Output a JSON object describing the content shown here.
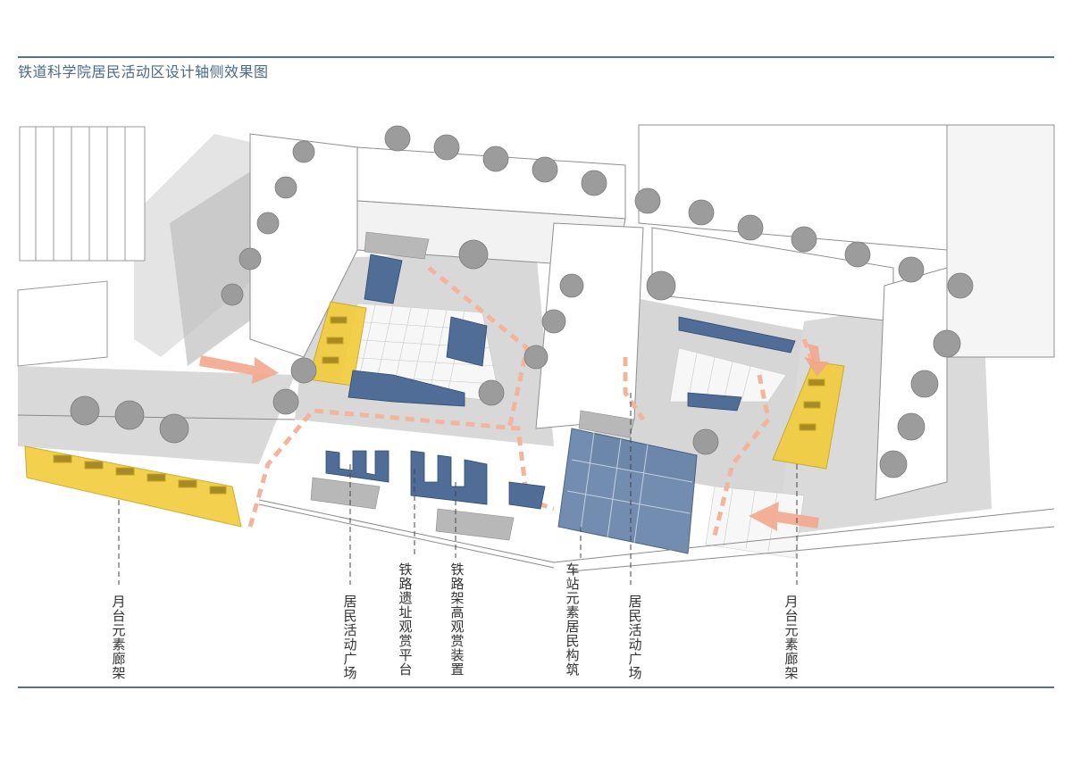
{
  "title": "铁道科学院居民活动区设计轴侧效果图",
  "colors": {
    "rule": "#5b7186",
    "title": "#4a6a8a",
    "building": "#ffffff",
    "shadow": "#c8c8c8",
    "ground": "#dedede",
    "plaza": "#f6f6f6",
    "yellow_element": "#f2cc3a",
    "blue_element": "#4f6d96",
    "path_dash": "#f4b39c",
    "arrow": "#f2a68c",
    "tree": "#9a9a9a"
  },
  "labels": [
    {
      "id": "platform-corridor-left",
      "text": "月台元素廊架"
    },
    {
      "id": "resident-plaza-left",
      "text": "居民活动广场"
    },
    {
      "id": "railway-ruins-platform",
      "text": "铁路遗址观赏平台"
    },
    {
      "id": "railway-elevated-device",
      "text": "铁路架高观赏装置"
    },
    {
      "id": "station-structure",
      "text": "车站元素居民构筑"
    },
    {
      "id": "resident-plaza-right",
      "text": "居民活动广场"
    },
    {
      "id": "platform-corridor-right",
      "text": "月台元素廊架"
    }
  ]
}
